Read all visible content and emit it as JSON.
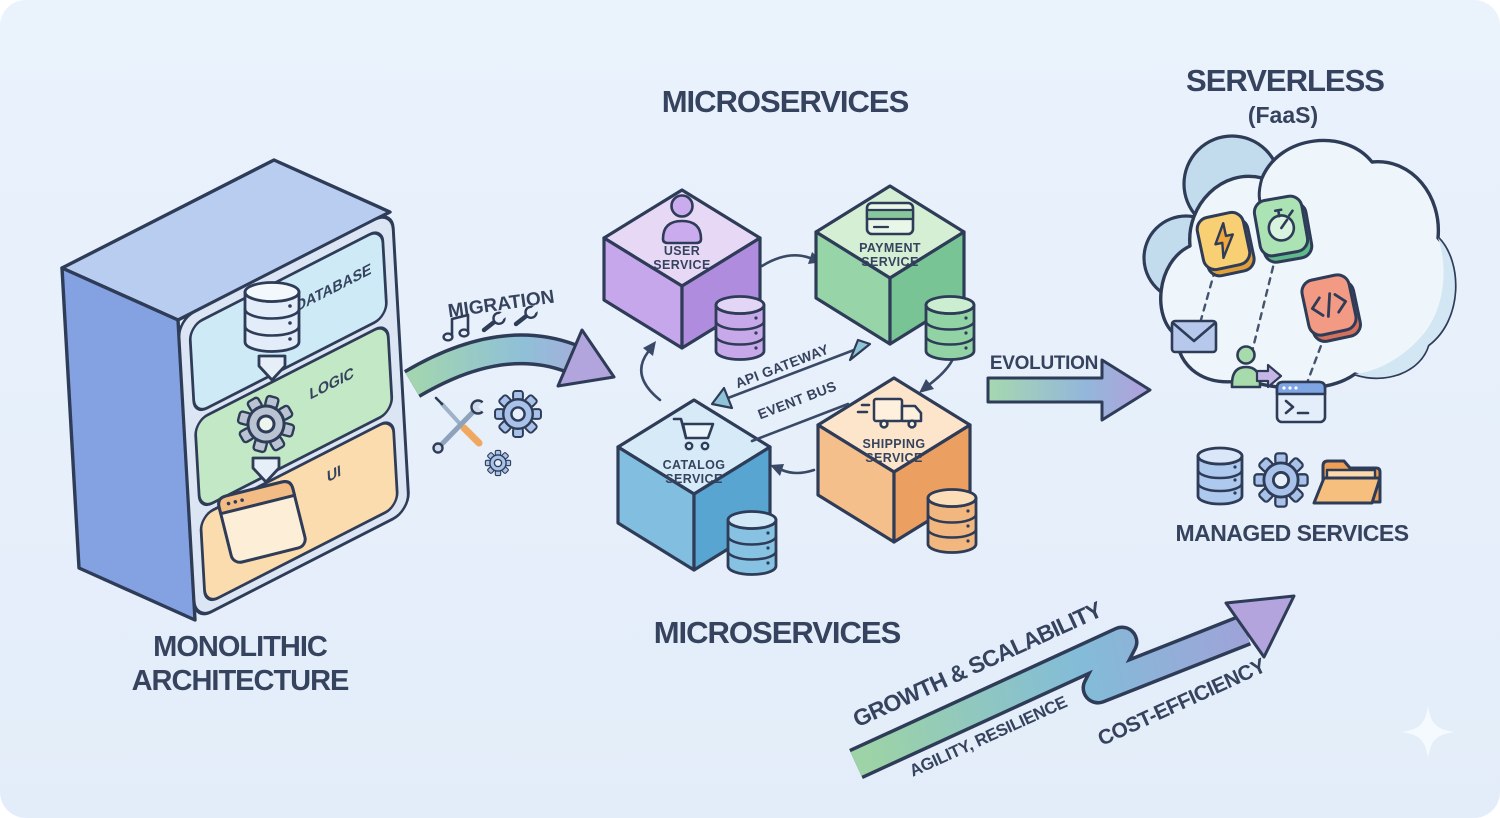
{
  "colors": {
    "background": "#e6eefa",
    "ink_outline": "#2e3c58",
    "text": "#36435e",
    "monolith_side": "#84a2e2",
    "monolith_top": "#b9cdf0",
    "monolith_frame": "#dbe5f3",
    "layer_database_fill": "#cdeaf6",
    "layer_logic_fill": "#c3e8c5",
    "layer_ui_fill": "#fbdcae",
    "user_cube": "#c6a7eb",
    "payment_cube": "#97d5a9",
    "catalog_cube": "#82bee0",
    "shipping_cube": "#f5bf8b",
    "arrow_gradient": [
      "#a3d6ae",
      "#8fc0d8",
      "#ab9ddb"
    ],
    "teal_arrowhead": "#8fc4d6",
    "cloud_fill": "#eef6fc",
    "bolt_tile": "#f8cf72",
    "timer_tile": "#abe3b4",
    "code_tile": "#f29a84"
  },
  "monolith": {
    "title_line1": "MONOLITHIC",
    "title_line2": "ARCHITECTURE",
    "layers": {
      "database": "DATABASE",
      "logic": "LOGIC",
      "ui": "UI"
    },
    "layer_icons": [
      "database-icon",
      "gear-icon",
      "browser-icon"
    ]
  },
  "migration": {
    "label": "MIGRATION",
    "decoration_icons": [
      "music-note-icon",
      "wrench-icon",
      "wrench-icon",
      "crossed-tools-icon",
      "gear-icon",
      "gear-icon"
    ]
  },
  "microservices": {
    "title_top": "MICROSERVICES",
    "title_bottom": "MICROSERVICES",
    "user": {
      "line1": "USER",
      "line2": "SERVICE",
      "icon": "user-icon"
    },
    "payment": {
      "line1": "PAYMENT",
      "line2": "SERVICE",
      "icon": "credit-card-icon"
    },
    "catalog": {
      "line1": "CATALOG",
      "line2": "SERVICE",
      "icon": "cart-icon"
    },
    "shipping": {
      "line1": "SHIPPING",
      "line2": "SERVICE",
      "icon": "truck-icon"
    },
    "api_gateway_label": "API GATEWAY",
    "event_bus_label": "EVENT BUS"
  },
  "evolution": {
    "label": "EVOLUTION"
  },
  "serverless": {
    "title": "SERVERLESS",
    "subtitle": "(FaaS)",
    "managed_services_label": "MANAGED SERVICES",
    "function_icons": [
      "bolt-icon",
      "stopwatch-icon",
      "code-icon"
    ],
    "trigger_icons": [
      "envelope-icon",
      "user-arrow-icon",
      "terminal-icon"
    ],
    "managed_icons": [
      "database-icon",
      "gear-icon",
      "folder-icon"
    ]
  },
  "growth": {
    "label_main": "GROWTH & SCALABILITY",
    "label_secondary": "AGILITY, RESILIENCE",
    "label_right": "COST-EFFICIENCY"
  }
}
